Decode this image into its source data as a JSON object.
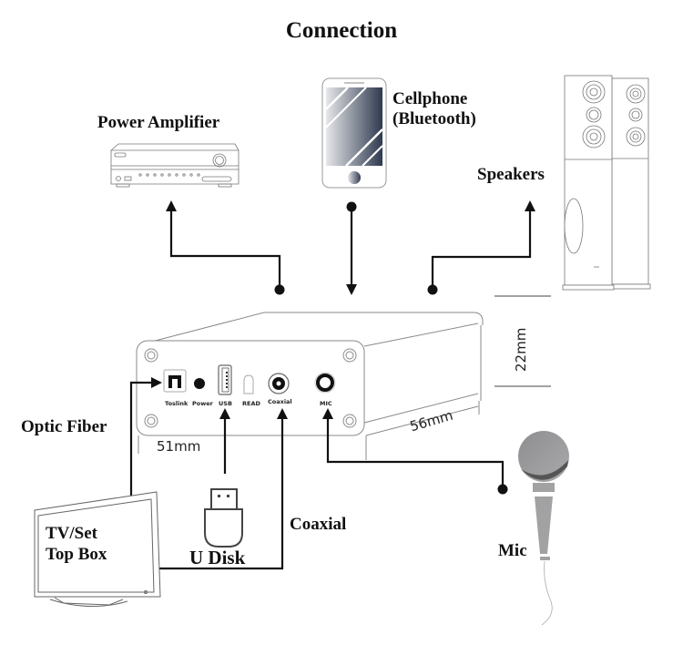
{
  "title": "Connection",
  "devices": {
    "power_amplifier": "Power Amplifier",
    "cellphone_line1": "Cellphone",
    "cellphone_line2": "(Bluetooth)",
    "speakers": "Speakers",
    "optic_fiber": "Optic Fiber",
    "tv_line1": "TV/Set",
    "tv_line2": "Top Box",
    "u_disk": "U Disk",
    "coaxial": "Coaxial",
    "mic": "Mic"
  },
  "ports": [
    "Toslink",
    "Power",
    "USB",
    "READ",
    "Coaxial",
    "MIC"
  ],
  "dimensions": {
    "width": "51mm",
    "depth": "56mm",
    "height": "22mm"
  },
  "colors": {
    "line": "#111111",
    "outline": "#8a8a8a",
    "phone_gradient_start": "#e6e7ea",
    "phone_gradient_end": "#2f3a4f",
    "mic_gray": "#9a9a9c"
  }
}
